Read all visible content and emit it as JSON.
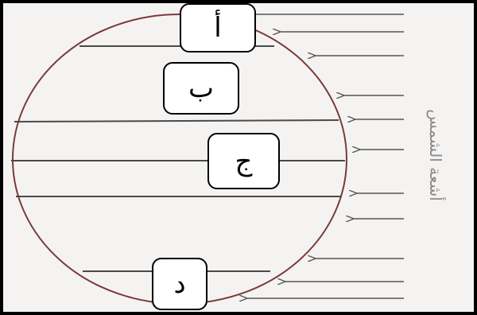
{
  "labels": {
    "a": "أ",
    "b": "ب",
    "c": "ج",
    "d": "د"
  },
  "rays_label": "أشعة الشمس",
  "colors": {
    "circle": "#7a3a3a",
    "lines": "#4a4a4a",
    "arrows": "#555555",
    "border": "#000000",
    "background": "#f4f3f2"
  }
}
